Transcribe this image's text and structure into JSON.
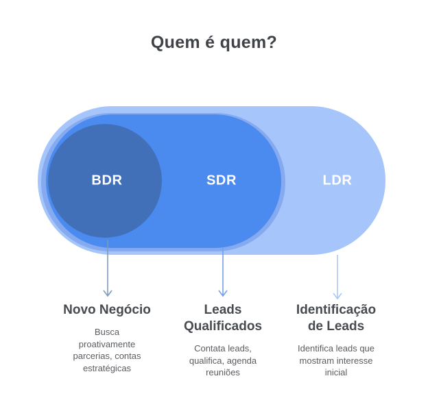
{
  "title": "Quem é quem?",
  "colors": {
    "background": "#ffffff",
    "title_text": "#3f4247",
    "heading_text": "#474a4e",
    "body_text": "#595c60",
    "label_text": "#ffffff",
    "ldr_fill": "#a6c5fa",
    "sdr_glow_fill": "#85aaf0",
    "sdr_fill": "#4b8bef",
    "bdr_fill": "#4170b8"
  },
  "shapes": [
    {
      "label": "BDR",
      "fill": "#4170b8"
    },
    {
      "label": "SDR",
      "fill": "#4b8bef"
    },
    {
      "label": "LDR",
      "fill": "#a6c5fa"
    }
  ],
  "columns": [
    {
      "heading": "Novo Negócio",
      "body": "Busca\nproativamente\nparcerias, contas\nestratégicas",
      "arrow_color": "#7d9aba"
    },
    {
      "heading": "Leads\nQualificados",
      "body": "Contata leads,\nqualifica, agenda\nreuniões",
      "arrow_color": "#74a0ea"
    },
    {
      "heading": "Identificação\nde Leads",
      "body": "Identifica leads que\nmostram interesse\ninicial",
      "arrow_color": "#abc8f4"
    }
  ]
}
